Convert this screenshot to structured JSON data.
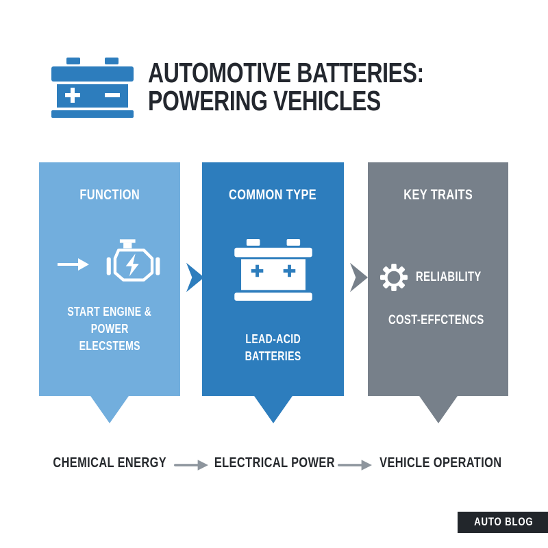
{
  "header": {
    "logo_icon": "car-battery-icon",
    "title_line1": "AUTOMOTIVE BATTERIES:",
    "title_line2": "POWERING VEHICLES"
  },
  "cards": [
    {
      "label": "FUNCTION",
      "icon": "engine-with-bolt-icon",
      "body_lines": [
        "START ENGINE &",
        "POWER",
        "ELECSTEMS"
      ],
      "color": "#72aedd"
    },
    {
      "label": "COMMON TYPE",
      "icon": "battery-icon",
      "body_lines": [
        "LEAD-ACID",
        "BATTERIES"
      ],
      "color": "#2d7dbd"
    },
    {
      "label": "KEY TRAITS",
      "items": [
        {
          "icon": "gear-icon",
          "label": "RELIABILITY"
        },
        {
          "icon": "dollar-circle-icon",
          "label": "COST-EFFCTENCS"
        }
      ],
      "color": "#77808a"
    }
  ],
  "flow": {
    "steps": [
      "CHEMICAL ENERGY",
      "ELECTRICAL POWER",
      "VEHICLE OPERATION"
    ],
    "arrow_icon": "right-arrow-icon"
  },
  "footer": {
    "badge_label": "AUTO BLOG"
  },
  "colors": {
    "accent_blue": "#2d7dbd",
    "light_blue": "#72aedd",
    "slate_gray": "#77808a",
    "ink": "#23272e",
    "flow_arrow_gray": "#8d959d",
    "badge_bg": "#22262b",
    "background": "#ffffff"
  }
}
